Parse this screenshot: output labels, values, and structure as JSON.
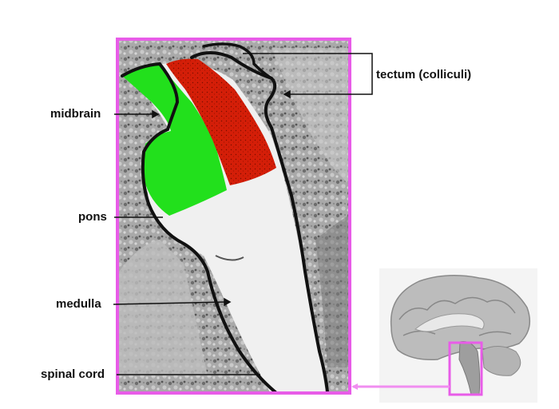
{
  "labels": {
    "midbrain": "midbrain",
    "pons": "pons",
    "medulla": "medulla",
    "spinal_cord": "spinal cord",
    "tectum": "tectum (colliculi)"
  },
  "colors": {
    "frame": "#e85ce8",
    "midbrain_fill": "#22e01c",
    "tectum_fill": "#d41e08",
    "outline": "#111111",
    "tissue_dark": "#8a8a8a",
    "tissue_light": "#f1f1f1",
    "inset_background": "#f4f4f4"
  }
}
